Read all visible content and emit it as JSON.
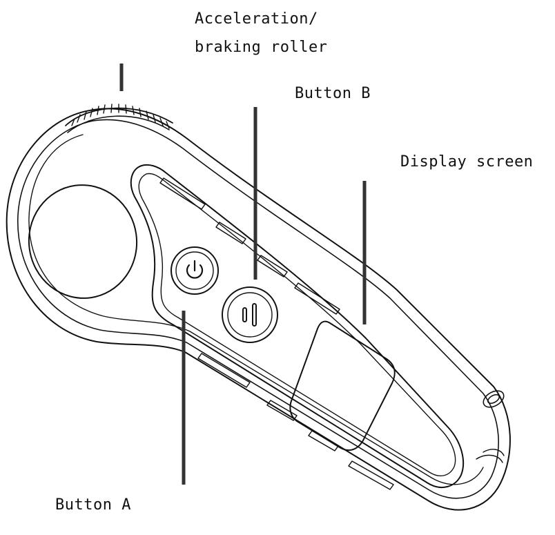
{
  "labels": {
    "roller_line1": "Acceleration/",
    "roller_line2": "braking roller",
    "button_b": "Button B",
    "display": "Display screen",
    "button_a": "Button A"
  },
  "colors": {
    "ink": "#111111",
    "leader": "#333333",
    "background": "#ffffff"
  },
  "icons": {
    "button_a": "power-icon",
    "button_b": "double-bar-icon"
  }
}
